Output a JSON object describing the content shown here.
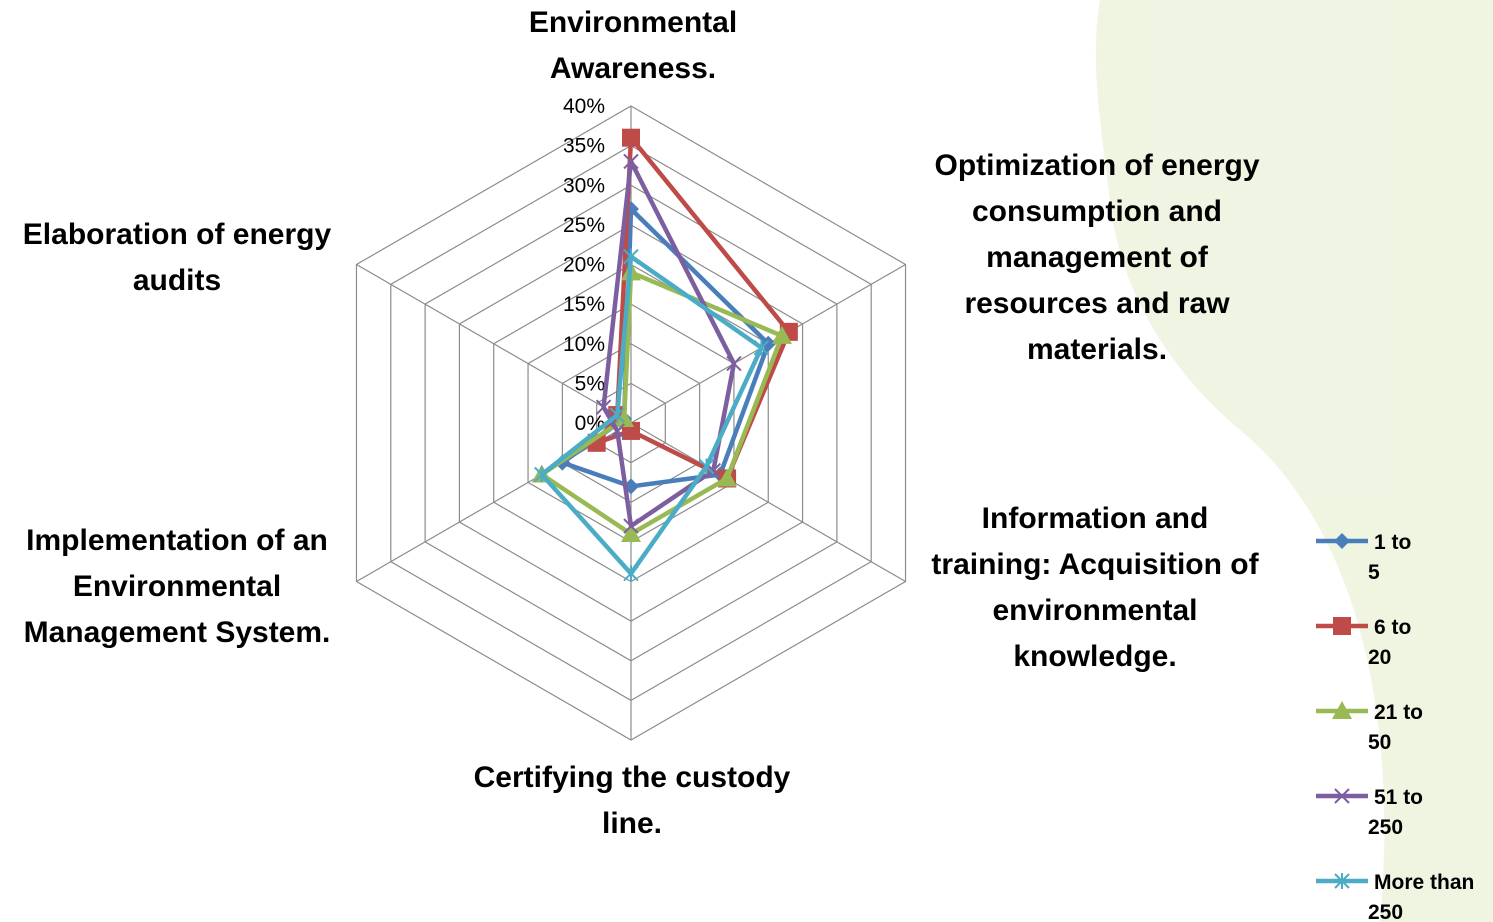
{
  "chart_data": {
    "type": "radar",
    "title": "",
    "axes": [
      "Environmental Awareness.",
      "Optimization of energy consumption and management of resources and raw materials.",
      "Information and training: Acquisition of environmental knowledge.",
      "Certifying the custody line.",
      "Implementation of an Environmental Management System.",
      "Elaboration of energy audits"
    ],
    "axis_label_lines": [
      [
        "Environmental",
        "Awareness."
      ],
      [
        "Optimization of energy",
        "consumption and",
        "management of",
        "resources and raw",
        "materials."
      ],
      [
        "Information and",
        "training: Acquisition of",
        "environmental",
        "knowledge."
      ],
      [
        "Certifying the custody",
        "line."
      ],
      [
        "Implementation of an",
        "Environmental",
        "Management System."
      ],
      [
        "Elaboration of energy",
        "audits"
      ]
    ],
    "r_ticks": [
      "0%",
      "5%",
      "10%",
      "15%",
      "20%",
      "25%",
      "30%",
      "35%",
      "40%"
    ],
    "r_range": [
      0,
      40
    ],
    "grid": true,
    "legend_position": "right",
    "series": [
      {
        "name": "1 to 5",
        "color": "#4a7ebb",
        "marker": "diamond",
        "values": [
          27,
          20,
          13,
          8,
          10,
          1
        ]
      },
      {
        "name": "6 to 20",
        "color": "#be4b48",
        "marker": "square",
        "values": [
          36,
          23,
          14,
          1,
          5,
          2
        ]
      },
      {
        "name": "21 to 50",
        "color": "#98b954",
        "marker": "triangle",
        "values": [
          19,
          22,
          14,
          14,
          13,
          1
        ]
      },
      {
        "name": "51 to 250",
        "color": "#7d5fa0",
        "marker": "x",
        "values": [
          33,
          15,
          12,
          13,
          2,
          4
        ]
      },
      {
        "name": "More than 250",
        "color": "#4bacc6",
        "marker": "star",
        "values": [
          21,
          19,
          11,
          19,
          13,
          2
        ]
      }
    ]
  }
}
